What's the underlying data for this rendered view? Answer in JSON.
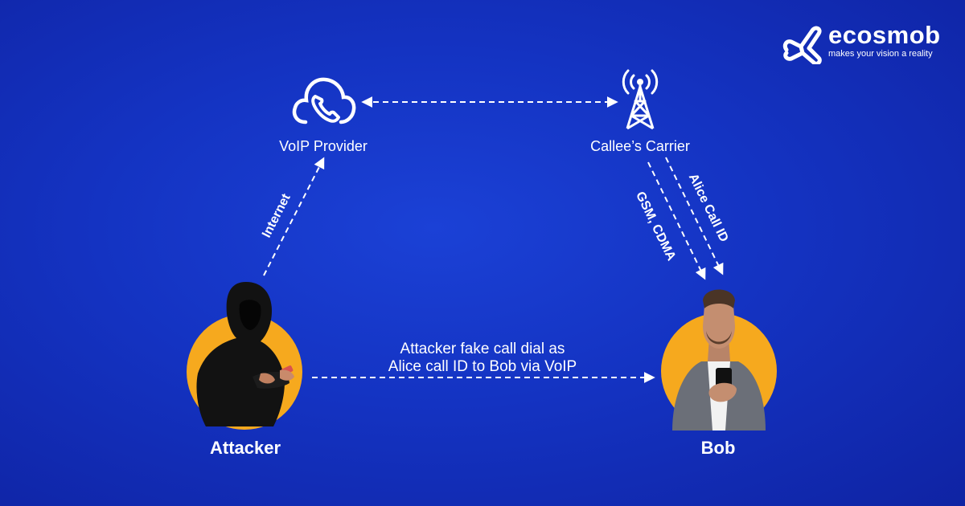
{
  "brand": {
    "name": "ecosmob",
    "tagline": "makes your vision a reality"
  },
  "nodes": {
    "voip_provider": "VoIP Provider",
    "callee_carrier": "Callee’s Carrier",
    "attacker": "Attacker",
    "bob": "Bob"
  },
  "edges": {
    "internet": "Internet",
    "gsm_cdma": "GSM, CDMA",
    "alice_call_id": "Alice Call ID",
    "fake_call_line1": "Attacker fake call dial as",
    "fake_call_line2": "Alice call ID to Bob via VoIP"
  },
  "colors": {
    "background": "#1433c2",
    "accent_circle": "#f6a91e",
    "line": "#ffffff"
  },
  "icons": [
    "voip-cloud-phone-icon",
    "cell-tower-icon",
    "ecosmob-logo-icon"
  ]
}
